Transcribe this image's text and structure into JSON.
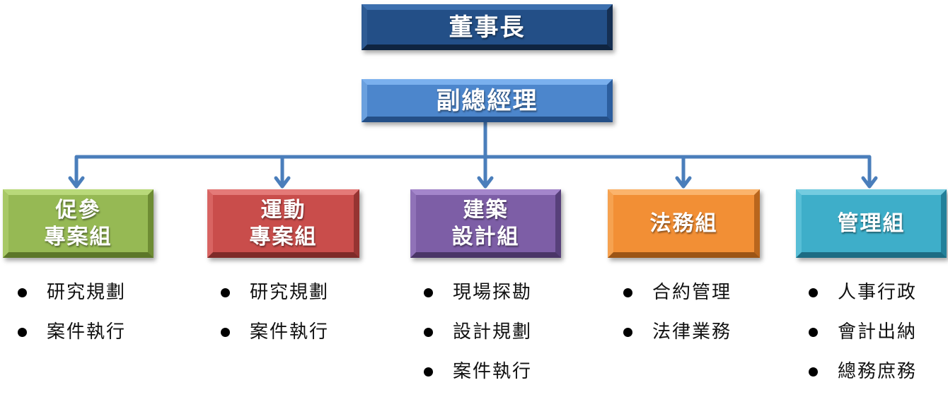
{
  "org_chart": {
    "chairman": {
      "label": "董事長"
    },
    "vice_president": {
      "label": "副總經理"
    },
    "groups": [
      {
        "label": "促參\n專案組",
        "color": "#96b954",
        "tasks": [
          "研究規劃",
          "案件執行"
        ]
      },
      {
        "label": "運動\n專案組",
        "color": "#c94d4b",
        "tasks": [
          "研究規劃",
          "案件執行"
        ]
      },
      {
        "label": "建築\n設計組",
        "color": "#7d5ea6",
        "tasks": [
          "現場探勘",
          "設計規劃",
          "案件執行"
        ]
      },
      {
        "label": "法務組",
        "color": "#f28f35",
        "tasks": [
          "合約管理",
          "法律業務"
        ]
      },
      {
        "label": "管理組",
        "color": "#3eaec9",
        "tasks": [
          "人事行政",
          "會計出納",
          "總務庶務"
        ]
      }
    ],
    "colors": {
      "chairman": "#234f87",
      "vice_president": "#4c86cc",
      "connector": "#4a7ebb"
    }
  }
}
